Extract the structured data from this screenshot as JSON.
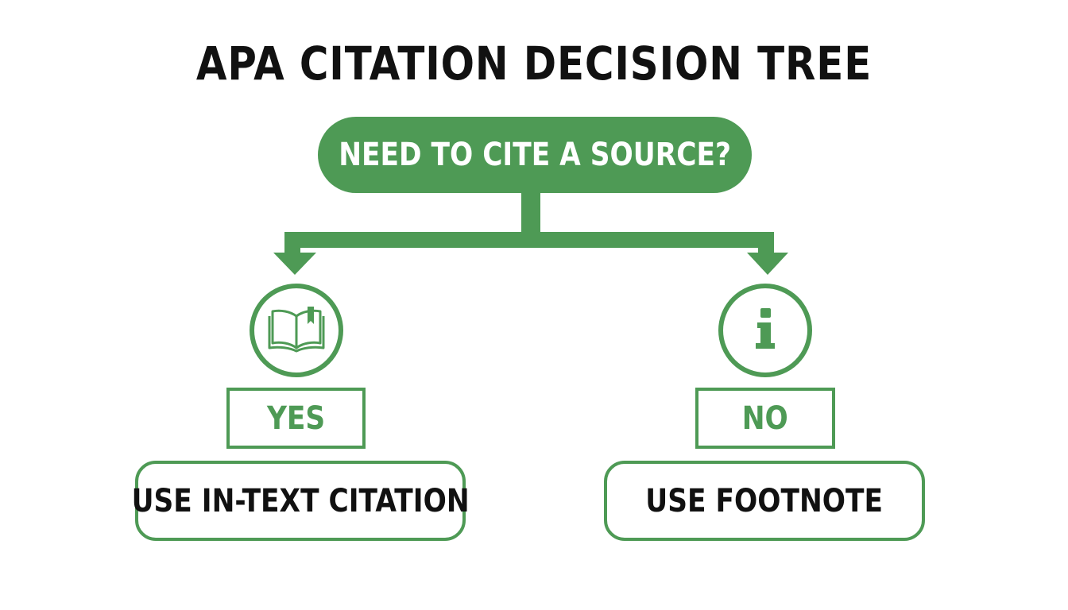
{
  "title": "APA CITATION DECISION TREE",
  "question": "NEED TO CITE A SOURCE?",
  "branches": [
    {
      "label": "YES",
      "icon": "book-icon",
      "result": "USE IN-TEXT CITATION"
    },
    {
      "label": "NO",
      "icon": "info-icon",
      "result": "USE FOOTNOTE"
    }
  ],
  "colors": {
    "accent": "#4e9a55",
    "text": "#111111",
    "background": "#ffffff"
  }
}
